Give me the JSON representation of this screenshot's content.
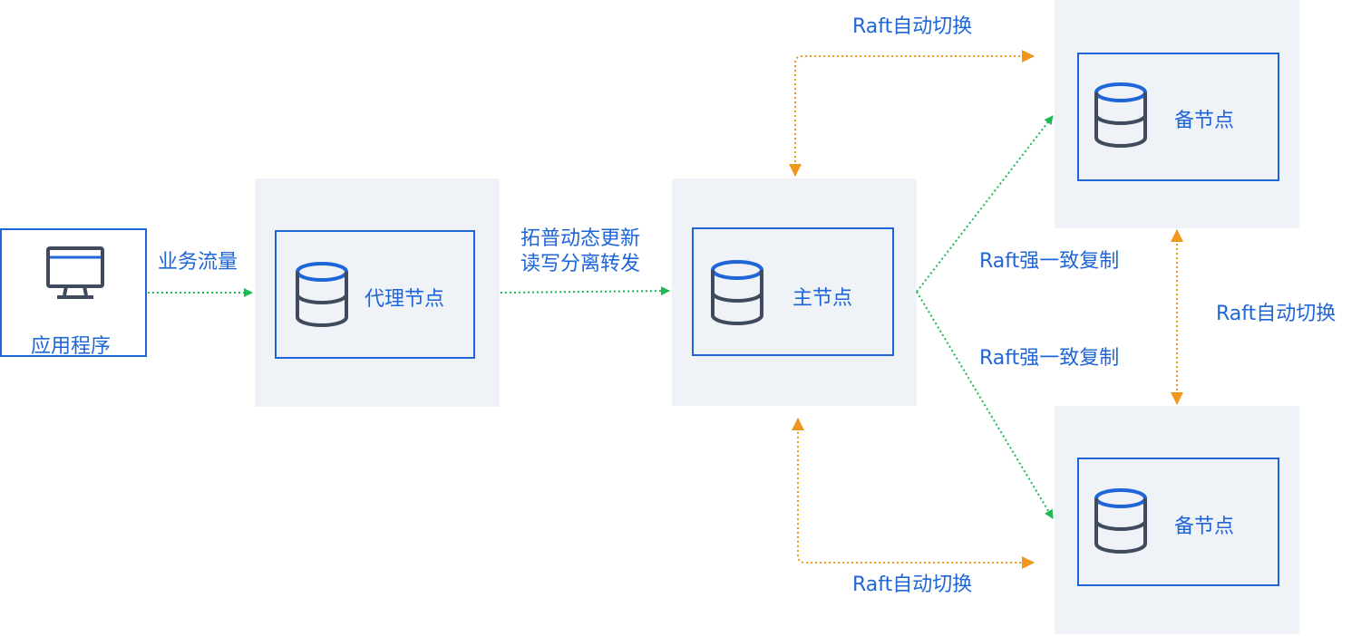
{
  "diagram": {
    "app": {
      "label": "应用程序",
      "icon": "monitor-icon"
    },
    "proxy": {
      "label": "代理节点",
      "icon": "database-icon"
    },
    "primary": {
      "label": "主节点",
      "icon": "database-icon"
    },
    "standby_top": {
      "label": "备节点",
      "icon": "database-icon"
    },
    "standby_bottom": {
      "label": "备节点",
      "icon": "database-icon"
    },
    "edges": {
      "traffic": "业务流量",
      "topology_line1": "拓普动态更新",
      "topology_line2": "读写分离转发",
      "failover_top": "Raft自动切换",
      "failover_bottom": "Raft自动切换",
      "failover_right": "Raft自动切换",
      "replication_top": "Raft强一致复制",
      "replication_bottom": "Raft强一致复制"
    },
    "colors": {
      "accent": "#1e66d8",
      "panel": "#eff2f7",
      "icon": "#3f4a5c",
      "data_flow": "#1db954",
      "failover": "#f0961c"
    }
  }
}
